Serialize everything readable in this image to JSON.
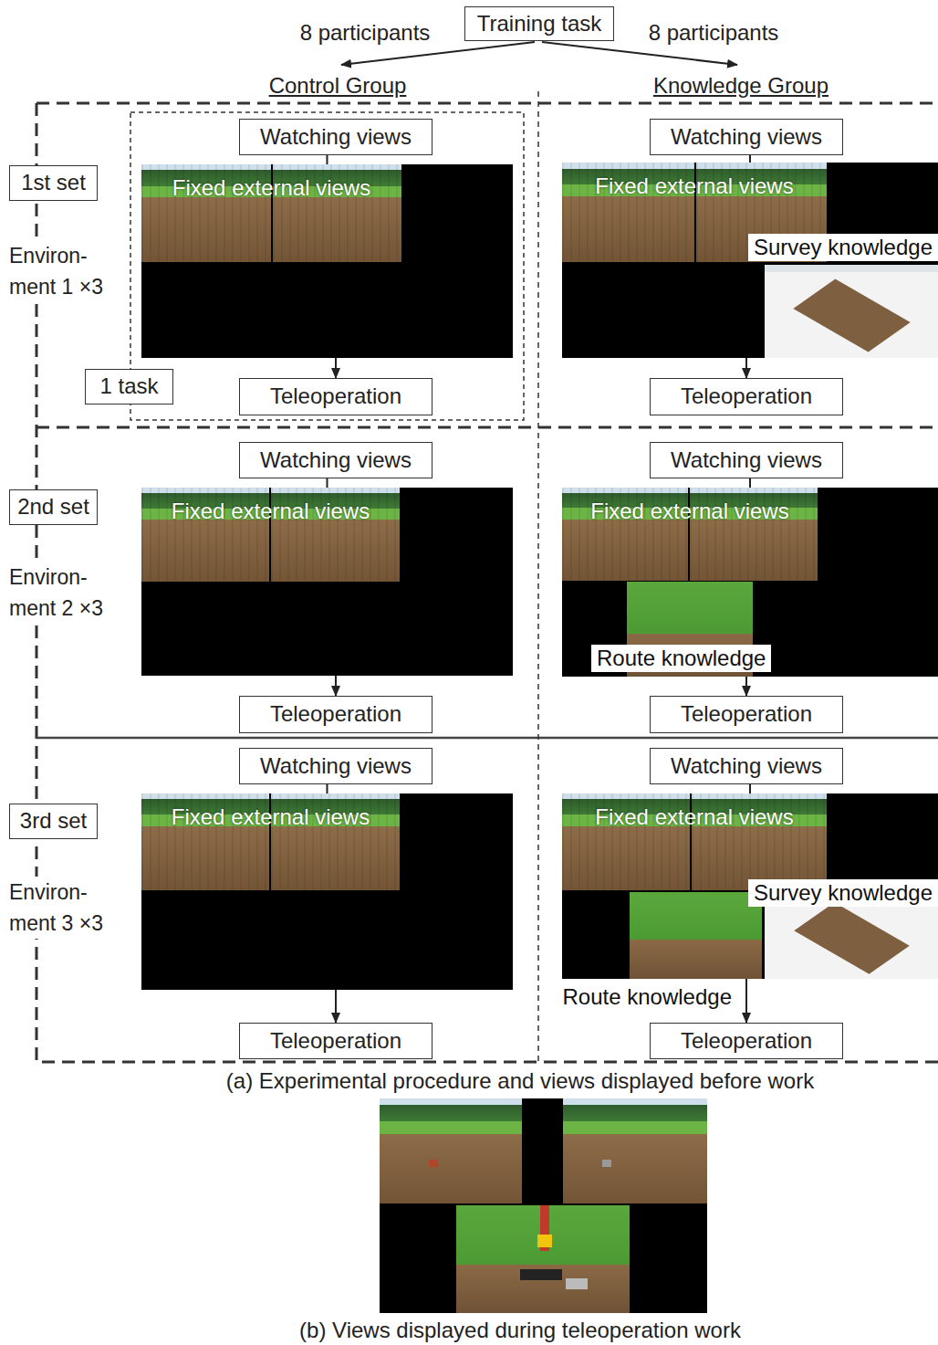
{
  "diagram": {
    "nodes": [
      {
        "text": [
          "Training task"
        ]
      },
      {
        "text": [
          "1st set"
        ]
      },
      {
        "text": [
          "Watching views"
        ]
      },
      {
        "text": [
          "Fixed external views"
        ]
      },
      {
        "text": [
          "1 task"
        ]
      },
      {
        "text": [
          "Teleoperation"
        ]
      },
      {
        "text": [
          "Watching views"
        ]
      },
      {
        "text": [
          "Fixed external views",
          "Survey knowledge"
        ]
      },
      {
        "text": [
          "Teleoperation"
        ]
      },
      {
        "text": [
          "2nd set"
        ]
      },
      {
        "text": [
          "Watching views"
        ]
      },
      {
        "text": [
          "Fixed external views"
        ]
      },
      {
        "text": [
          "Teleoperation"
        ]
      },
      {
        "text": [
          "Watching views"
        ]
      },
      {
        "text": [
          "Fixed external views",
          "Route knowledge"
        ]
      },
      {
        "text": [
          "Teleoperation"
        ]
      },
      {
        "text": [
          "3rd set"
        ]
      },
      {
        "text": [
          "Watching views"
        ]
      },
      {
        "text": [
          "Fixed external views"
        ]
      },
      {
        "text": [
          "Teleoperation"
        ]
      },
      {
        "text": [
          "Watching views"
        ]
      },
      {
        "text": [
          "Fixed external views",
          "Survey knowledge",
          "Route knowledge"
        ]
      },
      {
        "text": [
          "Teleoperation"
        ]
      }
    ],
    "edges": [
      {
        "from": 2,
        "to": 3,
        "arrow": "none"
      },
      {
        "from": 3,
        "to": 5,
        "arrow": "to"
      },
      {
        "from": 6,
        "to": 7,
        "arrow": "none"
      },
      {
        "from": 7,
        "to": 8,
        "arrow": "to"
      },
      {
        "from": 10,
        "to": 11,
        "arrow": "none"
      },
      {
        "from": 11,
        "to": 12,
        "arrow": "to"
      },
      {
        "from": 13,
        "to": 14,
        "arrow": "none"
      },
      {
        "from": 14,
        "to": 15,
        "arrow": "to"
      },
      {
        "from": 17,
        "to": 18,
        "arrow": "none"
      },
      {
        "from": 18,
        "to": 19,
        "arrow": "to"
      },
      {
        "from": 20,
        "to": 21,
        "arrow": "none"
      },
      {
        "from": 21,
        "to": 22,
        "arrow": "to"
      }
    ],
    "labels": [
      "8 participants",
      "8 participants",
      "Control Group",
      "Knowledge Group",
      "Environ- ment 1 ×3",
      "Environ- ment 2 ×3",
      "Environ- ment 3 ×3",
      "(a) Experimental procedure and views displayed before work",
      "(b) Views displayed during teleoperation work"
    ]
  }
}
